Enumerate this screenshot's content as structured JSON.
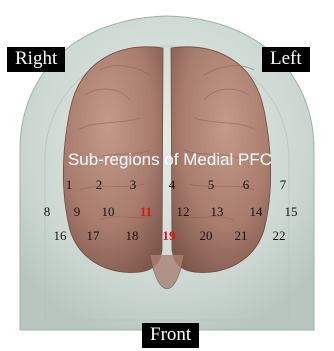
{
  "labels": {
    "right": "Right",
    "left": "Left",
    "front": "Front"
  },
  "regions_title": "Sub-regions of Medial PFC",
  "regions": [
    {
      "id": "1"
    },
    {
      "id": "2"
    },
    {
      "id": "3"
    },
    {
      "id": "4"
    },
    {
      "id": "5"
    },
    {
      "id": "6"
    },
    {
      "id": "7"
    },
    {
      "id": "8"
    },
    {
      "id": "9"
    },
    {
      "id": "10"
    },
    {
      "id": "11",
      "highlight": true
    },
    {
      "id": "12"
    },
    {
      "id": "13"
    },
    {
      "id": "14"
    },
    {
      "id": "15"
    },
    {
      "id": "16"
    },
    {
      "id": "17"
    },
    {
      "id": "18"
    },
    {
      "id": "19",
      "highlight": true
    },
    {
      "id": "20"
    },
    {
      "id": "21"
    },
    {
      "id": "22"
    }
  ],
  "colors": {
    "highlight": "#e11414",
    "region_number": "#161010",
    "brain": "#b58a7b",
    "head_shell": "#cfd9d4"
  }
}
